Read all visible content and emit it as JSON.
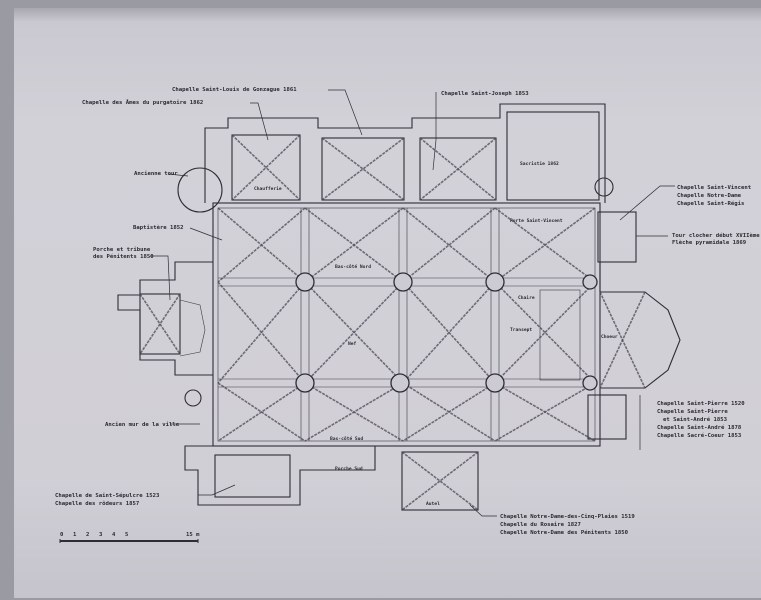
{
  "labels": {
    "chapelle_saint_louis": "Chapelle Saint-Louis de Gonzague 1861",
    "chapelle_ames": "Chapelle des Âmes du purgatoire 1862",
    "chapelle_saint_joseph": "Chapelle Saint-Joseph 1853",
    "sacristie": "Sacristie 1862",
    "ancienne_tour": "Ancienne tour",
    "baptistere": "Baptistère 1852",
    "porche": [
      "Porche et tribune",
      "des Pénitents 1850"
    ],
    "chapelles_nord_est": [
      "Chapelle Saint-Vincent",
      "Chapelle Notre-Dame",
      "Chapelle Saint-Régis"
    ],
    "tour_clocher": [
      "Tour clocher début XVIIème",
      "Flèche pyramidale 1869"
    ],
    "chapelles_sud_est": [
      "Chapelle Saint-Pierre 1520",
      "Chapelle Saint-Pierre",
      "et Saint-André 1853",
      "Chapelle Saint-André 1878",
      "Chapelle Sacré-Coeur 1853"
    ],
    "ancien_mur": "Ancien mur de la ville",
    "chapelles_sud_ouest": [
      "Chapelle de Saint-Sépulcre 1523",
      "Chapelle des rôdeurs 1857"
    ],
    "chapelles_sud": [
      "Chapelle Notre-Dame-des-Cinq-Plaies 1519",
      "Chapelle du Rosaire 1827",
      "Chapelle Notre-Dame des Pénitents 1850"
    ]
  },
  "rooms": {
    "chaufferie": "Chaufferie",
    "bas_cote_nord": "Bas-côté Nord",
    "nef": "Nef",
    "bas_cote_sud": "Bas-côté Sud",
    "porche_sud": "Porche Sud",
    "porte_saint_vincent": "Porte Saint-Vincent",
    "transept": "Transept",
    "choeur": "Choeur",
    "autel": "Autel",
    "chaire": "Chaire"
  },
  "scale": {
    "ticks": [
      "0",
      "1",
      "2",
      "3",
      "4",
      "5",
      "15 m"
    ]
  }
}
